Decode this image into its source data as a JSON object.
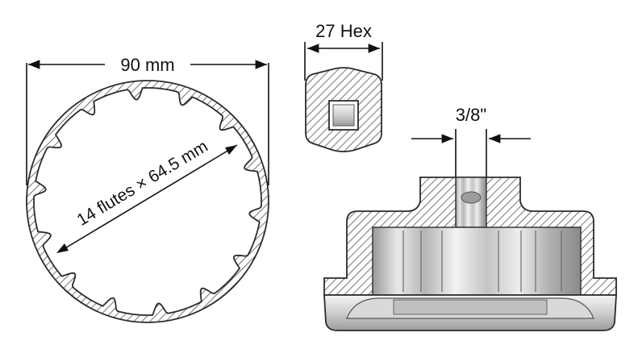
{
  "labels": {
    "outer_diameter": "90 mm",
    "flutes": "14 flutes × 64.5 mm",
    "hex": "27 Hex",
    "drive": "3/8\""
  },
  "specs": {
    "flute_count": 14
  },
  "colors": {
    "hatch_line": "#3a3a3a",
    "metal_light": "#e6e6e6",
    "metal_mid": "#bdbdbd",
    "metal_dark": "#8c8c8c",
    "outline": "#2b2b2b"
  }
}
